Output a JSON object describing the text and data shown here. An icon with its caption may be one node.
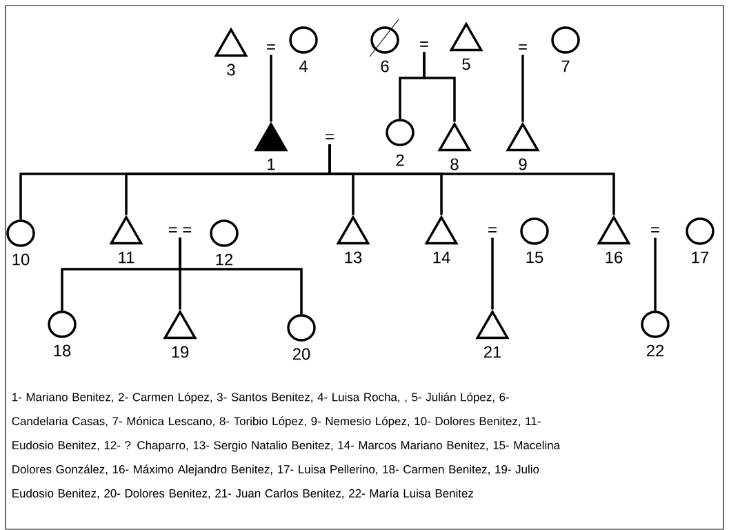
{
  "diagram": {
    "nodes": [
      {
        "text": [
          "3"
        ]
      },
      {
        "text": [
          "="
        ]
      },
      {
        "text": [
          "4"
        ]
      },
      {
        "text": [
          "6"
        ]
      },
      {
        "text": [
          "="
        ]
      },
      {
        "text": [
          "5"
        ]
      },
      {
        "text": [
          "="
        ]
      },
      {
        "text": [
          "7"
        ]
      },
      {
        "text": [
          "1"
        ]
      },
      {
        "text": [
          "="
        ]
      },
      {
        "text": [
          "2"
        ]
      },
      {
        "text": [
          "8"
        ]
      },
      {
        "text": [
          "9"
        ]
      },
      {
        "text": [
          "10"
        ]
      },
      {
        "text": [
          "11"
        ]
      },
      {
        "text": [
          "= ="
        ]
      },
      {
        "text": [
          "12"
        ]
      },
      {
        "text": [
          "13"
        ]
      },
      {
        "text": [
          "14"
        ]
      },
      {
        "text": [
          "="
        ]
      },
      {
        "text": [
          "15"
        ]
      },
      {
        "text": [
          "16"
        ]
      },
      {
        "text": [
          "="
        ]
      },
      {
        "text": [
          "17"
        ]
      },
      {
        "text": [
          "18"
        ]
      },
      {
        "text": [
          "19"
        ]
      },
      {
        "text": [
          "20"
        ]
      },
      {
        "text": [
          "21"
        ]
      },
      {
        "text": [
          "22"
        ]
      }
    ],
    "edges": [
      {
        "from": 1,
        "to": 8,
        "arrow": "none"
      },
      {
        "from": 4,
        "to": 10,
        "arrow": "none"
      },
      {
        "from": 4,
        "to": 11,
        "arrow": "none"
      },
      {
        "from": 6,
        "to": 12,
        "arrow": "none"
      },
      {
        "from": 9,
        "to": 13,
        "arrow": "none"
      },
      {
        "from": 9,
        "to": 14,
        "arrow": "none"
      },
      {
        "from": 9,
        "to": 17,
        "arrow": "none"
      },
      {
        "from": 9,
        "to": 18,
        "arrow": "none"
      },
      {
        "from": 9,
        "to": 21,
        "arrow": "none"
      },
      {
        "from": 15,
        "to": 24,
        "arrow": "none"
      },
      {
        "from": 15,
        "to": 25,
        "arrow": "none"
      },
      {
        "from": 15,
        "to": 26,
        "arrow": "none"
      },
      {
        "from": 19,
        "to": 27,
        "arrow": "none"
      },
      {
        "from": 22,
        "to": 28,
        "arrow": "none"
      }
    ],
    "labels": [
      "1- Mariano Benitez, 2- Carmen López, 3- Santos Benitez, 4- Luisa Rocha, , 5- Julián López, 6- Candelaria Casas, 7- Mónica Lescano, 8- Toribio López, 9- Nemesio López, 10- Dolores Benitez, 11- Eudosio Benitez, 12- ? Chaparro, 13- Sergio Natalio Benitez, 14- Marcos Mariano Benitez, 15- Macelina Dolores González, 16- Máximo Alejandro Benitez, 17- Luisa Pellerino, 18-  Carmen Benitez, 19- Julio Eudosio Benitez, 20- Dolores Benitez, 21- Juan Carlos Benitez, 22- María Luisa Benitez"
    ]
  }
}
